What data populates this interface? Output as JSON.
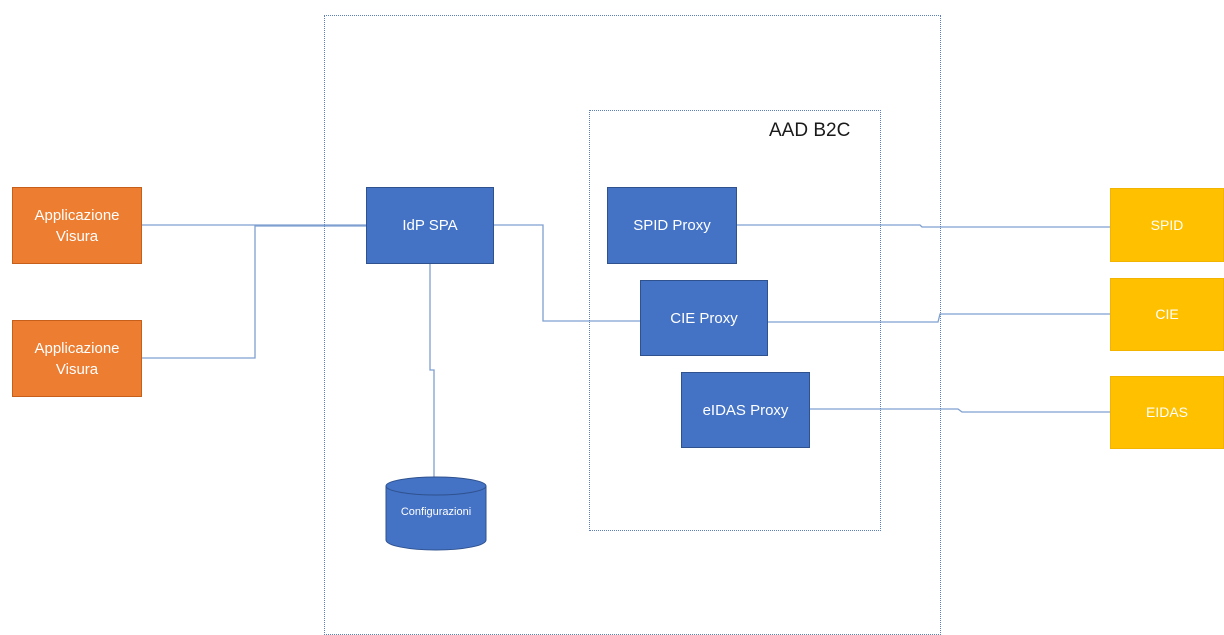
{
  "clients": [
    {
      "label": "Applicazione\nVisura"
    },
    {
      "label": "Applicazione\nVisura"
    }
  ],
  "idp": {
    "label": "IdP SPA"
  },
  "aad": {
    "title": "AAD B2C"
  },
  "proxies": [
    {
      "label": "SPID Proxy"
    },
    {
      "label": "CIE Proxy"
    },
    {
      "label": "eIDAS Proxy"
    }
  ],
  "providers": [
    {
      "label": "SPID"
    },
    {
      "label": "CIE"
    },
    {
      "label": "EIDAS"
    }
  ],
  "database": {
    "label": "Configurazioni"
  },
  "colors": {
    "client": "#ed7d31",
    "component": "#4472c4",
    "provider": "#ffc000",
    "connector": "#7f9fd0",
    "boundary": "#5b7fb6"
  }
}
